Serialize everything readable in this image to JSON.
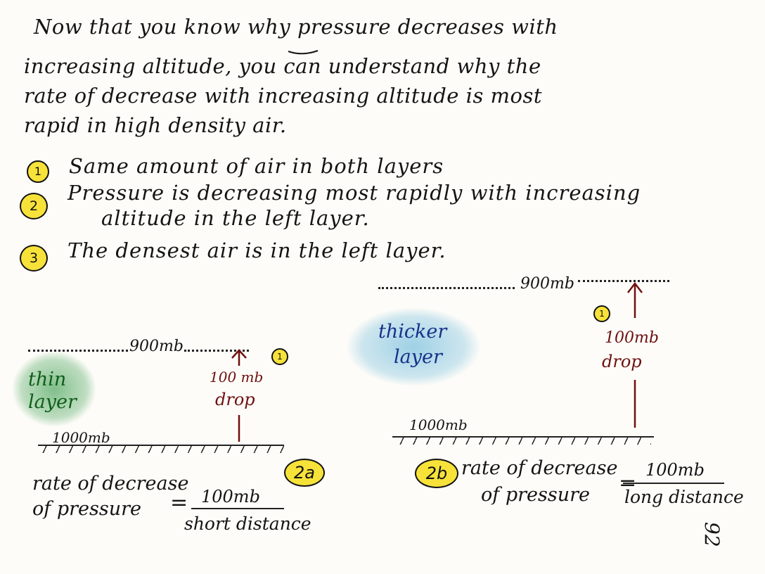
{
  "intro": {
    "line1": "Now that you know why pressure decreases with",
    "line2": "increasing altitude, you can understand why the",
    "line3": "rate of decrease with increasing altitude is most",
    "line4": "rapid in high density air."
  },
  "points": [
    {
      "number": "1",
      "text": "Same amount of air in both layers"
    },
    {
      "number": "2",
      "line1": "Pressure is decreasing most rapidly with increasing",
      "line2": "altitude in the left layer."
    },
    {
      "number": "3",
      "text": "The densest air is in the left layer."
    }
  ],
  "left_diagram": {
    "top_pressure": "900mb",
    "marker": "1",
    "drop_line1": "100 mb",
    "drop_line2": "drop",
    "layer_line1": "thin",
    "layer_line2": "layer",
    "bottom_pressure": "1000mb",
    "badge": "2a",
    "rate_line1": "rate of decrease",
    "rate_line2": "of pressure",
    "equals": "=",
    "numerator": "100mb",
    "denominator": "short distance"
  },
  "right_diagram": {
    "top_pressure": "900mb",
    "marker": "1",
    "drop_line1": "100mb",
    "drop_line2": "drop",
    "layer_line1": "thicker",
    "layer_line2": "layer",
    "bottom_pressure": "1000mb",
    "badge": "2b",
    "rate_line1": "rate of decrease",
    "rate_line2": "of pressure",
    "equals": "=",
    "numerator": "100mb",
    "denominator": "long distance"
  },
  "page_number": "92",
  "colors": {
    "ink": "#141414",
    "red_ink": "#6e1010",
    "green_ink": "#0f5e1a",
    "blue_ink": "#16318a",
    "highlight": "#f7e23a"
  }
}
